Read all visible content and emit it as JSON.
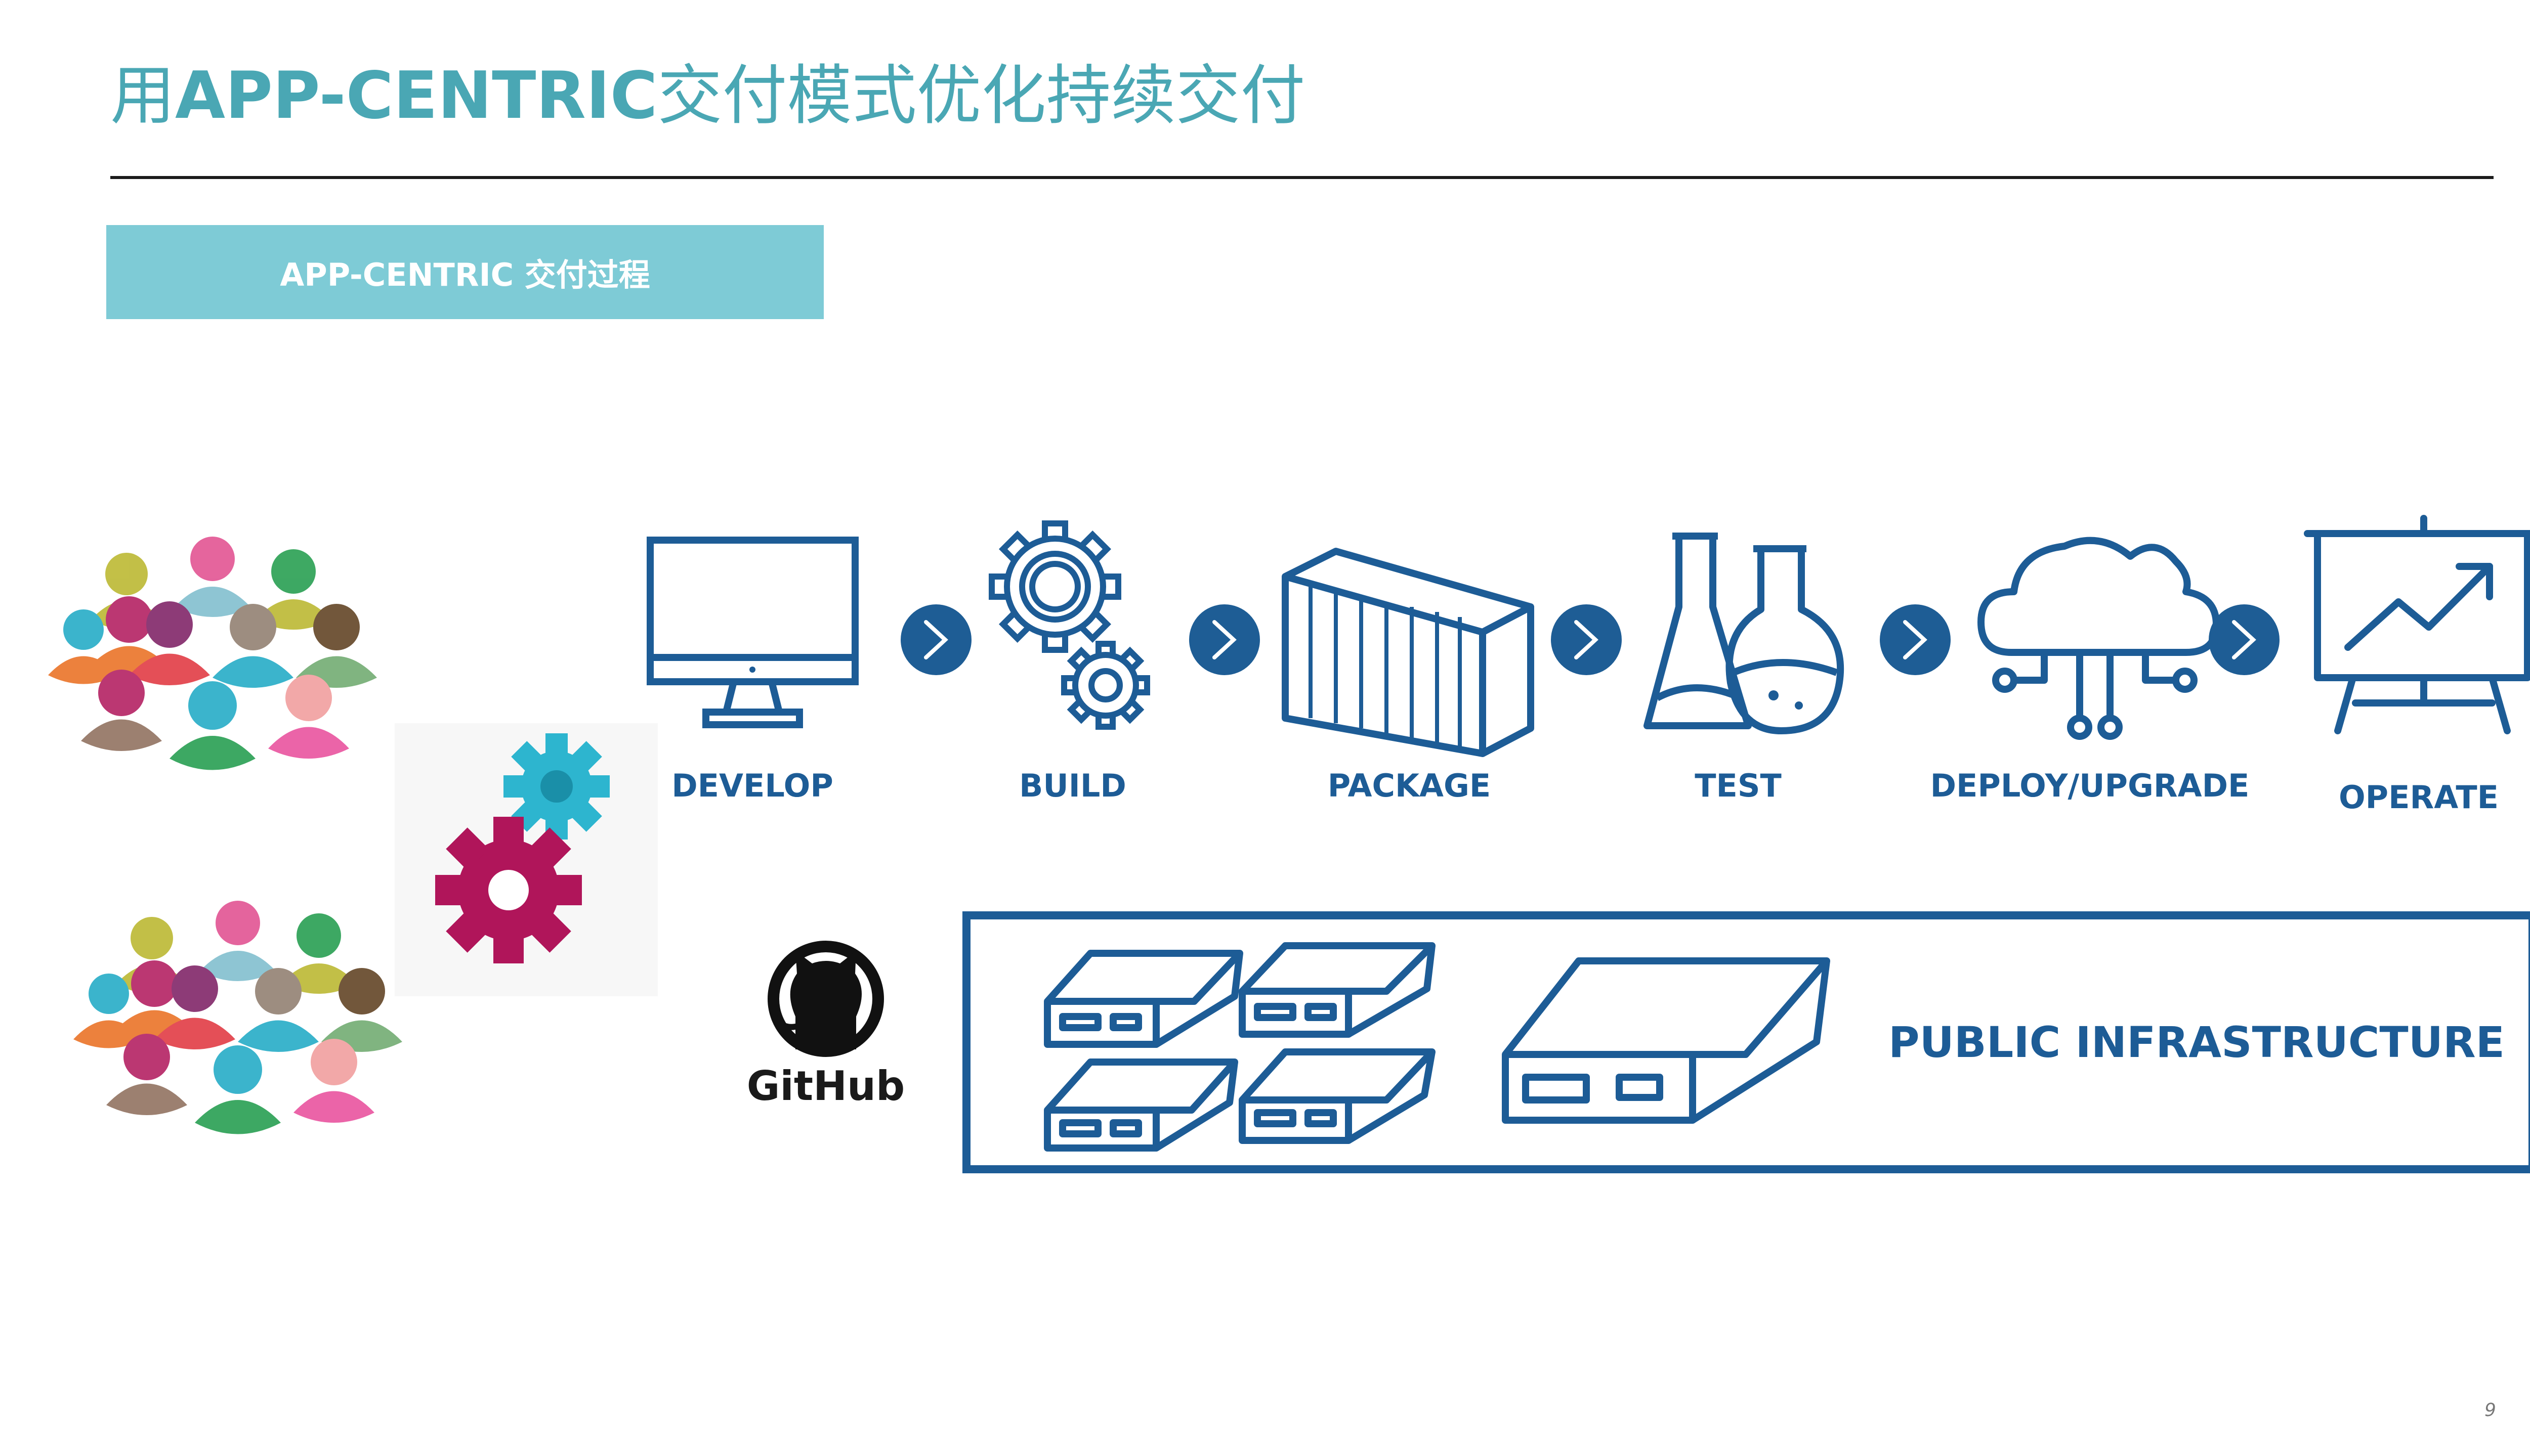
{
  "slide": {
    "title_prefix": "用",
    "title_bold": "APP-CENTRIC",
    "title_suffix": "交付模式优化持续交付",
    "badge": "APP-CENTRIC 交付过程",
    "page_number": "9"
  },
  "pipeline": {
    "stages": [
      {
        "label": "DEVELOP",
        "icon": "monitor-icon"
      },
      {
        "label": "BUILD",
        "icon": "gears-icon"
      },
      {
        "label": "PACKAGE",
        "icon": "container-icon"
      },
      {
        "label": "TEST",
        "icon": "flasks-icon"
      },
      {
        "label": "DEPLOY/UPGRADE",
        "icon": "cloud-network-icon"
      },
      {
        "label": "OPERATE",
        "icon": "presentation-chart-icon"
      }
    ],
    "arrow_icon": "chevron-right-circle-icon"
  },
  "infrastructure": {
    "label": "PUBLIC INFRASTRUCTURE",
    "icon": "server-icon"
  },
  "github": {
    "label": "GitHub",
    "icon": "github-octocat-icon"
  },
  "colors": {
    "title": "#4aa7b4",
    "badge": "#7ecbd6",
    "icon_blue": "#1d5c96",
    "arrow_circle": "#1e5d95",
    "gear_cyan": "#2db5cf",
    "gear_magenta": "#b0155a"
  }
}
